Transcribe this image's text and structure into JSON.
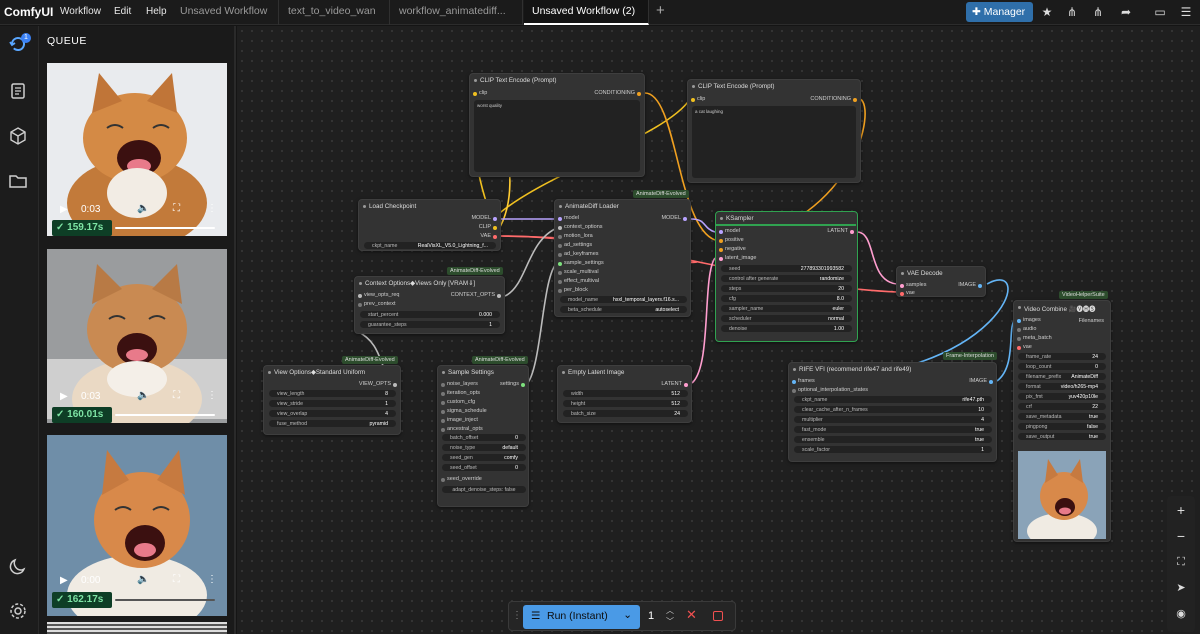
{
  "app": {
    "logo": "ComfyUI",
    "menu": [
      "Workflow",
      "Edit",
      "Help"
    ]
  },
  "tabs": [
    "Unsaved Workflow",
    "text_to_video_wan",
    "workflow_animatediff...",
    "Unsaved Workflow (2)"
  ],
  "manager_label": "Manager",
  "queue": {
    "title": "QUEUE",
    "badge_count": "1",
    "items": [
      {
        "time": "0:03",
        "duration": "159.17s",
        "progress": 1.0
      },
      {
        "time": "0:03",
        "duration": "160.01s",
        "progress": 1.0
      },
      {
        "time": "0:00",
        "duration": "162.17s",
        "progress": 0.0
      }
    ]
  },
  "nodes": {
    "clip1": {
      "title": "CLIP Text Encode (Prompt)",
      "in_clip": "clip",
      "out": "CONDITIONING",
      "text": "worst quality"
    },
    "clip2": {
      "title": "CLIP Text Encode (Prompt)",
      "in_clip": "clip",
      "out": "CONDITIONING",
      "text": "a cat laughing"
    },
    "ckpt": {
      "title": "Load Checkpoint",
      "out_model": "MODEL",
      "out_clip": "CLIP",
      "out_vae": "VAE",
      "w_label": "ckpt_name",
      "w_value": "RealVisXL_V5.0_Lightning_f..."
    },
    "ad_loader": {
      "title": "AnimateDiff Loader",
      "badge": "AnimateDiff-Evolved",
      "inputs": [
        "model",
        "context_options",
        "motion_lora",
        "ad_settings",
        "ad_keyframes",
        "sample_settings",
        "scale_multival",
        "effect_multival",
        "per_block"
      ],
      "out": "MODEL",
      "widgets": [
        {
          "label": "model_name",
          "value": "hsxl_temporal_layers.f16.s..."
        },
        {
          "label": "beta_schedule",
          "value": "autoselect"
        }
      ]
    },
    "ctx": {
      "title": "Context Options◆Views Only [VRAM⇓]",
      "badge": "AnimateDiff-Evolved",
      "inputs": [
        "view_opts_req",
        "prev_context"
      ],
      "out": "CONTEXT_OPTS",
      "widgets": [
        {
          "label": "start_percent",
          "value": "0.000"
        },
        {
          "label": "guarantee_steps",
          "value": "1"
        }
      ]
    },
    "view": {
      "title": "View Options◆Standard Uniform",
      "badge": "AnimateDiff-Evolved",
      "out": "VIEW_OPTS",
      "widgets": [
        {
          "label": "view_length",
          "value": "8"
        },
        {
          "label": "view_stride",
          "value": "1"
        },
        {
          "label": "view_overlap",
          "value": "4"
        },
        {
          "label": "fuse_method",
          "value": "pyramid"
        }
      ]
    },
    "sample": {
      "title": "Sample Settings",
      "badge": "AnimateDiff-Evolved",
      "inputs": [
        "noise_layers",
        "iteration_opts",
        "custom_cfg",
        "sigma_schedule",
        "image_inject",
        "ancestral_opts"
      ],
      "out": "settings",
      "widgets": [
        {
          "label": "batch_offset",
          "value": "0"
        },
        {
          "label": "noise_type",
          "value": "default"
        },
        {
          "label": "seed_gen",
          "value": "comfy"
        },
        {
          "label": "seed_offset",
          "value": "0"
        }
      ],
      "seed_override": "seed_override",
      "adapt": "adapt_denoise_steps: false"
    },
    "latent": {
      "title": "Empty Latent Image",
      "out": "LATENT",
      "widgets": [
        {
          "label": "width",
          "value": "512"
        },
        {
          "label": "height",
          "value": "512"
        },
        {
          "label": "batch_size",
          "value": "24"
        }
      ]
    },
    "ksampler": {
      "title": "KSampler",
      "inputs": [
        "model",
        "positive",
        "negative",
        "latent_image"
      ],
      "out": "LATENT",
      "widgets": [
        {
          "label": "seed",
          "value": "277893301993582"
        },
        {
          "label": "control after generate",
          "value": "randomize"
        },
        {
          "label": "steps",
          "value": "20"
        },
        {
          "label": "cfg",
          "value": "8.0"
        },
        {
          "label": "sampler_name",
          "value": "euler"
        },
        {
          "label": "scheduler",
          "value": "normal"
        },
        {
          "label": "denoise",
          "value": "1.00"
        }
      ]
    },
    "vae": {
      "title": "VAE Decode",
      "inputs": [
        "samples",
        "vae"
      ],
      "out": "IMAGE"
    },
    "rife": {
      "title": "RIFE VFI (recommend rife47 and rife49)",
      "badge": "Frame-Interpolation",
      "inputs": [
        "frames",
        "optional_interpolation_states"
      ],
      "out": "IMAGE",
      "widgets": [
        {
          "label": "ckpt_name",
          "value": "rife47.pth"
        },
        {
          "label": "clear_cache_after_n_frames",
          "value": "10"
        },
        {
          "label": "multiplier",
          "value": "4"
        },
        {
          "label": "fast_mode",
          "value": "true"
        },
        {
          "label": "ensemble",
          "value": "true"
        },
        {
          "label": "scale_factor",
          "value": "1"
        }
      ]
    },
    "combine": {
      "title": "Video Combine 🎥🅥🅗🅢",
      "badge": "VideoHelperSuite",
      "inputs": [
        "images",
        "audio",
        "meta_batch",
        "vae"
      ],
      "out": "Filenames",
      "widgets": [
        {
          "label": "frame_rate",
          "value": "24"
        },
        {
          "label": "loop_count",
          "value": "0"
        },
        {
          "label": "filename_prefix",
          "value": "AnimateDiff"
        },
        {
          "label": "format",
          "value": "video/h265-mp4"
        },
        {
          "label": "pix_fmt",
          "value": "yuv420p10le"
        },
        {
          "label": "crf",
          "value": "22"
        },
        {
          "label": "save_metadata",
          "value": "true"
        },
        {
          "label": "pingpong",
          "value": "false"
        },
        {
          "label": "save_output",
          "value": "true"
        }
      ]
    }
  },
  "runbar": {
    "run_label": "Run (Instant)",
    "count": "1"
  },
  "colors": {
    "accent": "#4a9ae6",
    "manager": "#2f6faa",
    "success": "#30a250"
  }
}
